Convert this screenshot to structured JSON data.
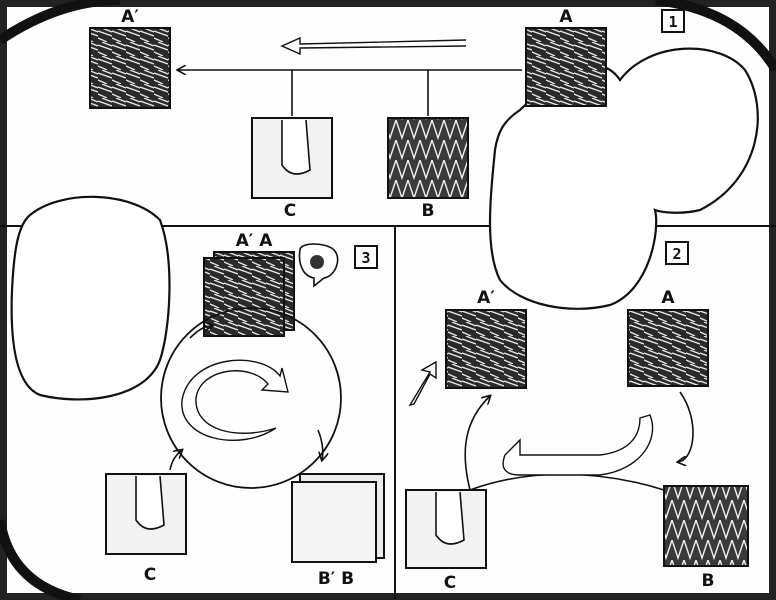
{
  "panel1": {
    "number": "1",
    "labels": {
      "a": "A",
      "a_prime": "A′",
      "b": "B",
      "c": "C"
    }
  },
  "panel2": {
    "number": "2",
    "labels": {
      "a": "A",
      "a_prime": "A′",
      "b": "B",
      "c": "C"
    }
  },
  "panel3": {
    "number": "3",
    "labels": {
      "a_prime_a": "A′ A",
      "b_prime_b": "B′ B",
      "c": "C"
    }
  },
  "colors": {
    "ink": "#111111",
    "paper": "#fefefe",
    "tile_dark": "#2a2a2a"
  }
}
